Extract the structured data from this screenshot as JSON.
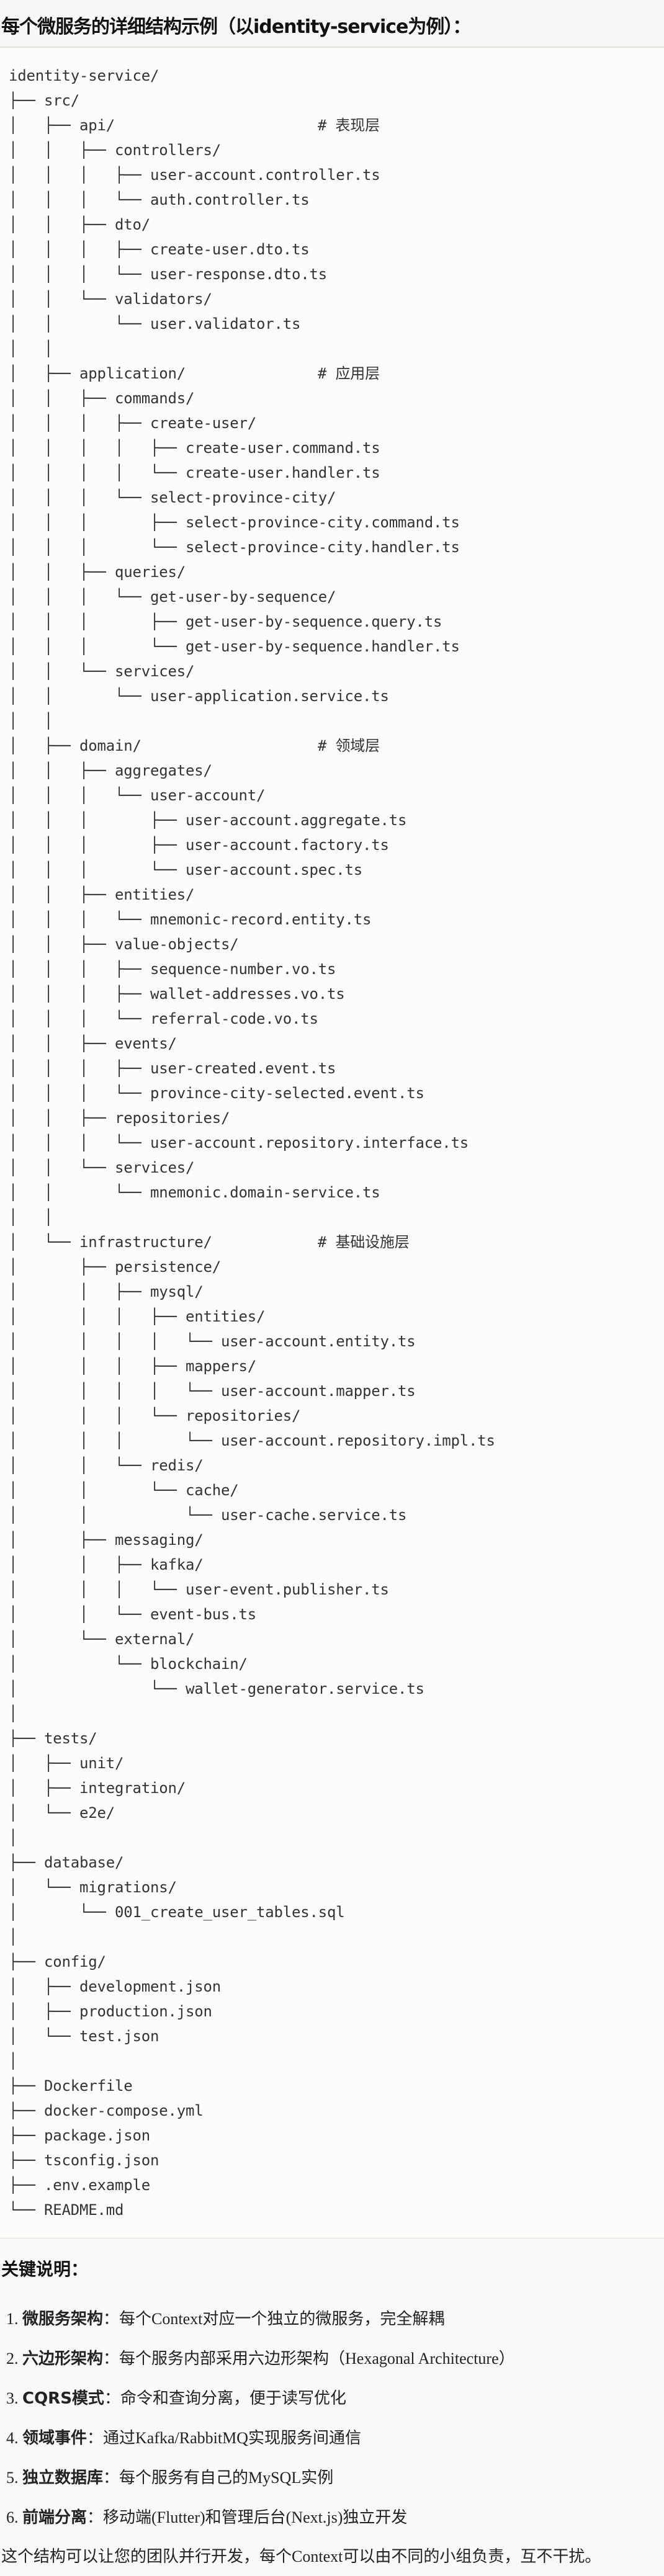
{
  "header": {
    "title": "每个微服务的详细结构示例（以identity-service为例）："
  },
  "tree": [
    {
      "text": "identity-service/"
    },
    {
      "text": "├── src/"
    },
    {
      "text": "│   ├── api/",
      "comment": "# 表现层"
    },
    {
      "text": "│   │   ├── controllers/"
    },
    {
      "text": "│   │   │   ├── user-account.controller.ts"
    },
    {
      "text": "│   │   │   └── auth.controller.ts"
    },
    {
      "text": "│   │   ├── dto/"
    },
    {
      "text": "│   │   │   ├── create-user.dto.ts"
    },
    {
      "text": "│   │   │   └── user-response.dto.ts"
    },
    {
      "text": "│   │   └── validators/"
    },
    {
      "text": "│   │       └── user.validator.ts"
    },
    {
      "text": "│   │"
    },
    {
      "text": "│   ├── application/",
      "comment": "# 应用层"
    },
    {
      "text": "│   │   ├── commands/"
    },
    {
      "text": "│   │   │   ├── create-user/"
    },
    {
      "text": "│   │   │   │   ├── create-user.command.ts"
    },
    {
      "text": "│   │   │   │   └── create-user.handler.ts"
    },
    {
      "text": "│   │   │   └── select-province-city/"
    },
    {
      "text": "│   │   │       ├── select-province-city.command.ts"
    },
    {
      "text": "│   │   │       └── select-province-city.handler.ts"
    },
    {
      "text": "│   │   ├── queries/"
    },
    {
      "text": "│   │   │   └── get-user-by-sequence/"
    },
    {
      "text": "│   │   │       ├── get-user-by-sequence.query.ts"
    },
    {
      "text": "│   │   │       └── get-user-by-sequence.handler.ts"
    },
    {
      "text": "│   │   └── services/"
    },
    {
      "text": "│   │       └── user-application.service.ts"
    },
    {
      "text": "│   │"
    },
    {
      "text": "│   ├── domain/",
      "comment": "# 领域层"
    },
    {
      "text": "│   │   ├── aggregates/"
    },
    {
      "text": "│   │   │   └── user-account/"
    },
    {
      "text": "│   │   │       ├── user-account.aggregate.ts"
    },
    {
      "text": "│   │   │       ├── user-account.factory.ts"
    },
    {
      "text": "│   │   │       └── user-account.spec.ts"
    },
    {
      "text": "│   │   ├── entities/"
    },
    {
      "text": "│   │   │   └── mnemonic-record.entity.ts"
    },
    {
      "text": "│   │   ├── value-objects/"
    },
    {
      "text": "│   │   │   ├── sequence-number.vo.ts"
    },
    {
      "text": "│   │   │   ├── wallet-addresses.vo.ts"
    },
    {
      "text": "│   │   │   └── referral-code.vo.ts"
    },
    {
      "text": "│   │   ├── events/"
    },
    {
      "text": "│   │   │   ├── user-created.event.ts"
    },
    {
      "text": "│   │   │   └── province-city-selected.event.ts"
    },
    {
      "text": "│   │   ├── repositories/"
    },
    {
      "text": "│   │   │   └── user-account.repository.interface.ts"
    },
    {
      "text": "│   │   └── services/"
    },
    {
      "text": "│   │       └── mnemonic.domain-service.ts"
    },
    {
      "text": "│   │"
    },
    {
      "text": "│   └── infrastructure/",
      "comment": "# 基础设施层"
    },
    {
      "text": "│       ├── persistence/"
    },
    {
      "text": "│       │   ├── mysql/"
    },
    {
      "text": "│       │   │   ├── entities/"
    },
    {
      "text": "│       │   │   │   └── user-account.entity.ts"
    },
    {
      "text": "│       │   │   ├── mappers/"
    },
    {
      "text": "│       │   │   │   └── user-account.mapper.ts"
    },
    {
      "text": "│       │   │   └── repositories/"
    },
    {
      "text": "│       │   │       └── user-account.repository.impl.ts"
    },
    {
      "text": "│       │   └── redis/"
    },
    {
      "text": "│       │       └── cache/"
    },
    {
      "text": "│       │           └── user-cache.service.ts"
    },
    {
      "text": "│       ├── messaging/"
    },
    {
      "text": "│       │   ├── kafka/"
    },
    {
      "text": "│       │   │   └── user-event.publisher.ts"
    },
    {
      "text": "│       │   └── event-bus.ts"
    },
    {
      "text": "│       └── external/"
    },
    {
      "text": "│           └── blockchain/"
    },
    {
      "text": "│               └── wallet-generator.service.ts"
    },
    {
      "text": "│"
    },
    {
      "text": "├── tests/"
    },
    {
      "text": "│   ├── unit/"
    },
    {
      "text": "│   ├── integration/"
    },
    {
      "text": "│   └── e2e/"
    },
    {
      "text": "│"
    },
    {
      "text": "├── database/"
    },
    {
      "text": "│   └── migrations/"
    },
    {
      "text": "│       └── 001_create_user_tables.sql"
    },
    {
      "text": "│"
    },
    {
      "text": "├── config/"
    },
    {
      "text": "│   ├── development.json"
    },
    {
      "text": "│   ├── production.json"
    },
    {
      "text": "│   └── test.json"
    },
    {
      "text": "│"
    },
    {
      "text": "├── Dockerfile"
    },
    {
      "text": "├── docker-compose.yml"
    },
    {
      "text": "├── package.json"
    },
    {
      "text": "├── tsconfig.json"
    },
    {
      "text": "├── .env.example"
    },
    {
      "text": "└── README.md"
    }
  ],
  "notes": {
    "title": "关键说明：",
    "items": [
      {
        "num": "1. ",
        "term": "微服务架构",
        "text": "：每个Context对应一个独立的微服务，完全解耦"
      },
      {
        "num": "2. ",
        "term": "六边形架构",
        "text": "：每个服务内部采用六边形架构（Hexagonal Architecture）"
      },
      {
        "num": "3. ",
        "term": "CQRS模式",
        "text": "：命令和查询分离，便于读写优化"
      },
      {
        "num": "4. ",
        "term": "领域事件",
        "text": "：通过Kafka/RabbitMQ实现服务间通信"
      },
      {
        "num": "5. ",
        "term": "独立数据库",
        "text": "：每个服务有自己的MySQL实例"
      },
      {
        "num": "6. ",
        "term": "前端分离",
        "text": "：移动端(Flutter)和管理后台(Next.js)独立开发"
      }
    ],
    "summary": "这个结构可以让您的团队并行开发，每个Context可以由不同的小组负责，互不干扰。"
  }
}
